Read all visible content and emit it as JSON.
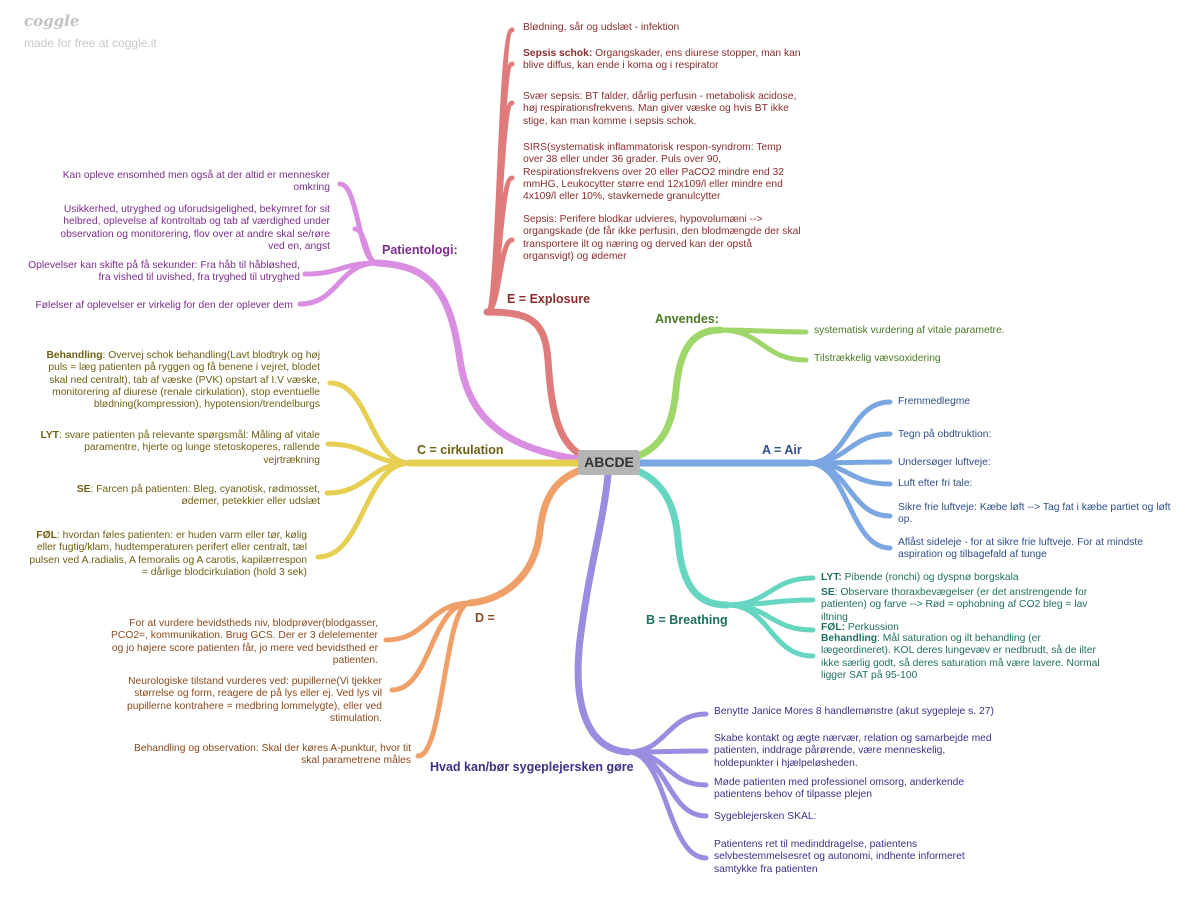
{
  "brand": {
    "logo": "coggle",
    "tagline": "made for free at coggle.it"
  },
  "center": {
    "label": "ABCDE"
  },
  "colors": {
    "e": "#e07b7b",
    "pat": "#d98ee2",
    "c": "#e6cf52",
    "d": "#ef9f68",
    "h": "#9b8ce0",
    "a": "#7aa6e2",
    "b": "#66d6c2",
    "anv": "#9fd66a"
  },
  "branches": {
    "e": {
      "label": "E = Explosure",
      "items": [
        {
          "text": "Blødning, sår og udslæt - infektion"
        },
        {
          "bold": "Sepsis schok:",
          "text": " Organgskader, ens diurese stopper, man kan\nblive diffus, kan ende i koma og i respirator"
        },
        {
          "text": "Svær sepsis: BT falder, dårlig perfusin - metabolisk acidose,\nhøj respirationsfrekvens. Man giver væske og hvis BT ikke\nstige, kan man komme i sepsis schok."
        },
        {
          "text": "SIRS(systematisk inflammatorisk respon-syndrom: Temp\nover 38 eller under 36 grader. Puls over 90,\nRespirationsfrekvens over 20 eller PaCO2 mindre end 32\nmmHG, Leukocytter større end 12x109/l eller mindre end\n4x109/l eller 10%, stavkernede granulcytter"
        },
        {
          "text": "Sepsis: Perifere blodkar udvieres, hypovolumæni -->\norgangskade (de får ikke perfusin, den blodmængde der skal\ntransportere ilt og næring og derved kan der opstå\norgansvigt) og ødemer"
        }
      ]
    },
    "patientologi": {
      "label": "Patientologi:",
      "items": [
        {
          "text": "Kan opleve ensomhed men også at der altid er mennesker\nomkring"
        },
        {
          "text": "Usikkerhed, utryghed og uforudsigelighed, bekymret for sit\nhelbred, oplevelse af kontroltab og tab af værdighed under\nobservation og monitorering, flov over at andre skal se/røre\nved en, angst"
        },
        {
          "text": "Oplevelser kan skifte på få sekunder: Fra håb til håbløshed,\nfra vished til uvished, fra tryghed til utryghed"
        },
        {
          "text": "Følelser af oplevelser er virkelig for den der oplever dem"
        }
      ]
    },
    "c": {
      "label": "C = cirkulation",
      "items": [
        {
          "bold": "Behandling",
          "text": ": Overvej schok behandling(Lavt blodtryk og høj\npuls = læg patienten på ryggen og få benene i vejret, blodet\nskal ned centralt), tab af væske (PVK) opstart af I.V væske,\nmonitorering af diurese (renale cirkulation), stop eventuelle\nblødning(kompression), hypotension/trendelburgs"
        },
        {
          "bold": "LYT",
          "text": ": svare patienten på relevante spørgsmål: Måling af vitale\nparamentre, hjerte og lunge stetoskoperes, rallende\nvejrtrækning"
        },
        {
          "bold": "SE",
          "text": ": Farcen på patienten: Bleg, cyanotisk, rødmosset,\nødemer, petekkier eller udslæt"
        },
        {
          "bold": "FØL",
          "text": ": hvordan føles patienten: er huden varm eller tør, kølig\neller fugtig/klam, hudtemperaturen perifert eller centralt, tæl\npulsen ved A.radialis, A femoralis og A carotis, kapilærrespon\n= dårlige blodcirkulation (hold 3 sek)"
        }
      ]
    },
    "d": {
      "label": "D =",
      "items": [
        {
          "text": "For at vurdere bevidstheds niv, blodprøver(blodgasser,\nPCO2=, kommunikation. Brug GCS. Der er 3 delelementer\nog jo højere score patienten får, jo mere ved bevidsthed er\npatienten."
        },
        {
          "text": "Neurologiske tilstand vurderes ved: pupillerne(Vi tjekker\nstørrelse og form, reagere de på lys eller ej. Ved lys vil\npupillerne kontrahere = medbring lommelygte), eller ved\nstimulation."
        },
        {
          "text": "Behandling og observation: Skal der køres A-punktur, hvor tit\nskal parametrene måles"
        }
      ]
    },
    "hvad": {
      "label": "Hvad kan/bør sygeplejersken gøre",
      "items": [
        {
          "text": "Benytte Janice Mores 8 handlemønstre (akut sygepleje s. 27)"
        },
        {
          "text": "Skabe kontakt og ægte nærvær, relation og samarbejde med\npatienten, inddrage pårørende, være menneskelig,\nholdepunkter i hjælpeløsheden."
        },
        {
          "text": "Møde patienten med professionel omsorg, anderkende\npatientens behov of tilpasse plejen"
        },
        {
          "text": "Sygeblejersken SKAL:"
        },
        {
          "text": "Patientens ret til medinddragelse, patientens\nselvbestemmelsesret og autonomi, indhente informeret\nsamtykke fra patienten"
        }
      ]
    },
    "anvendes": {
      "label": "Anvendes:",
      "items": [
        {
          "text": "systematisk vurdering af vitale parametre."
        },
        {
          "text": "Tilstrækkelig vævsoxidering"
        }
      ]
    },
    "a": {
      "label": "A = Air",
      "items": [
        {
          "text": "Fremmedlegme"
        },
        {
          "text": "Tegn på obdtruktion:"
        },
        {
          "text": "Undersøger luftveje:"
        },
        {
          "text": "Luft efter fri tale:"
        },
        {
          "text": "Sikre frie luftveje: Kæbe løft --> Tag fat i kæbe partiet og løft\nop."
        },
        {
          "text": "Aflåst sideleje - for at sikre frie luftveje. For at mindste\naspiration og tilbagefald af tunge"
        }
      ]
    },
    "b": {
      "label": "B = Breathing",
      "items": [
        {
          "bold": "LYT:",
          "text": " Pibende (ronchi) og dyspnø borgskala"
        },
        {
          "bold": "SE",
          "text": ": Observare thoraxbevægelser (er det anstrengende for\npatienten) og farve --> Rød = ophobning af CO2 bleg = lav\niltning"
        },
        {
          "bold": "FØL:",
          "text": " Perkussion"
        },
        {
          "bold": "Behandling",
          "text": ": Mål saturation og ilt behandling (er\nlægeordineret). KOL deres lungevæv er nedbrudt, så de ilter\nikke særlig godt, så deres saturation må være lavere. Normal\nligger SAT på 95-100"
        }
      ]
    }
  }
}
